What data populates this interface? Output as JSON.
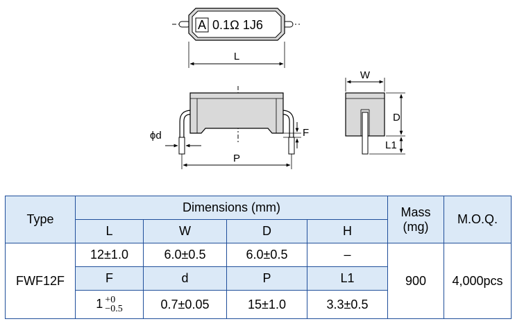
{
  "marking": {
    "box_letter": "A",
    "text": "0.1Ω  1J6"
  },
  "drawing_labels": {
    "L": "L",
    "W": "W",
    "D": "D",
    "phi_d": "ϕd",
    "F": "F",
    "P": "P",
    "L1": "L1"
  },
  "table": {
    "type_header": "Type",
    "dimensions_header": "Dimensions (mm)",
    "mass_header_line1": "Mass",
    "mass_header_line2": "(mg)",
    "moq_header": "M.O.Q.",
    "dim_cols_row1": [
      "L",
      "W",
      "D",
      "H"
    ],
    "dim_values_row1": [
      "12±1.0",
      "6.0±0.5",
      "6.0±0.5",
      "–"
    ],
    "dim_cols_row2": [
      "F",
      "d",
      "P",
      "L1"
    ],
    "f_value_base": "1",
    "f_value_plus": "+0",
    "f_value_minus": "−0.5",
    "dim_values_row2": [
      "0.7±0.05",
      "15±1.0",
      "3.3±0.5"
    ],
    "type_value": "FWF12F",
    "mass_value": "900",
    "moq_value": "4,000pcs"
  },
  "colors": {
    "header_fill": "#dbe9f7",
    "border": "#1f4e9a",
    "body_fill": "#d9d9d9"
  }
}
